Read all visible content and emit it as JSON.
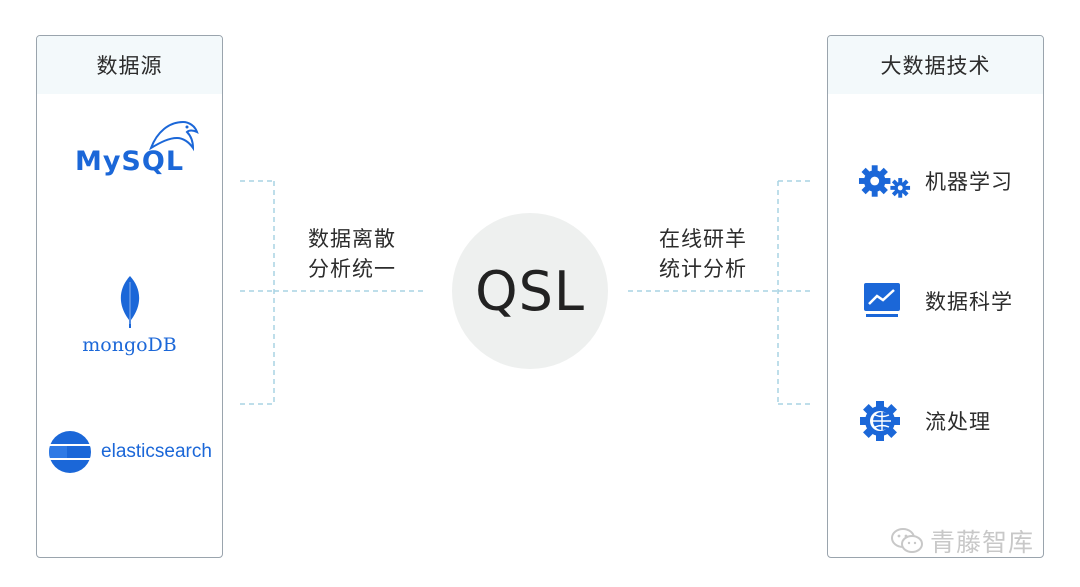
{
  "left_panel": {
    "title": "数据源"
  },
  "sources": [
    {
      "name": "MySQL",
      "icon": "mysql-dolphin-icon"
    },
    {
      "name": "mongoDB",
      "icon": "mongodb-leaf-icon"
    },
    {
      "name": "elasticsearch",
      "icon": "elasticsearch-icon"
    }
  ],
  "left_connector_label": [
    "数据离散",
    "分析统一"
  ],
  "center": {
    "label": "QSL"
  },
  "right_connector_label": [
    "在线研羊",
    "统计分析"
  ],
  "right_panel": {
    "title": "大数据技术"
  },
  "technologies": [
    {
      "label": "机器学习",
      "icon": "gears-icon"
    },
    {
      "label": "数据科学",
      "icon": "monitor-chart-icon"
    },
    {
      "label": "流处理",
      "icon": "gear-globe-icon"
    }
  ],
  "watermark": {
    "text": "青藤智库",
    "icon": "wechat-icon"
  },
  "colors": {
    "brand_blue": "#1b67d8",
    "connector": "#a9d3e3",
    "panel_border": "#9aa4ad",
    "circle": "#eef0ef"
  }
}
